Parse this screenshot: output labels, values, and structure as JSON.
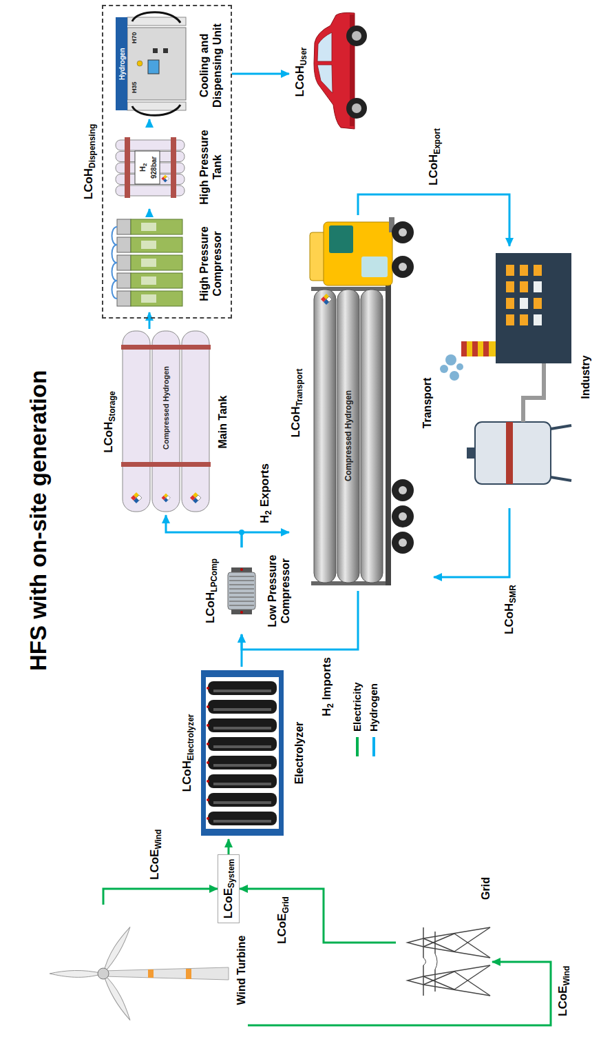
{
  "diagram": {
    "title": "HFS with on-site generation",
    "nodes": [
      {
        "text": [
          "Wind Turbine"
        ]
      },
      {
        "text": [
          "Grid"
        ]
      },
      {
        "text": [
          "LCoESystem"
        ]
      },
      {
        "text": [
          "LCoHElectrolyzer",
          "Electrolyzer"
        ]
      },
      {
        "text": [
          "LCoHLPComp",
          "Low Pressure Compressor"
        ]
      },
      {
        "text": [
          "LCoHStorage",
          "Main Tank"
        ]
      },
      {
        "text": [
          "LCoHDispensing"
        ]
      },
      {
        "text": [
          "High Pressure Compressor"
        ],
        "in": 6
      },
      {
        "text": [
          "High Pressure Tank"
        ],
        "in": 6
      },
      {
        "text": [
          "Cooling and Dispensing Unit"
        ],
        "in": 6
      },
      {
        "text": [
          "LCoHUser"
        ]
      },
      {
        "text": [
          "LCoHTransport",
          "Transport"
        ]
      },
      {
        "text": [
          "Industry"
        ]
      }
    ],
    "edges": [
      {
        "from": 0,
        "to": 2,
        "label": "LCoEWind",
        "arrow": "to"
      },
      {
        "from": 1,
        "to": 2,
        "label": "LCoEGrid",
        "arrow": "to"
      },
      {
        "from": 0,
        "to": 1,
        "label": "LCoEWind",
        "arrow": "to"
      },
      {
        "from": 2,
        "to": 3,
        "arrow": "to"
      },
      {
        "from": 3,
        "to": 4,
        "arrow": "to"
      },
      {
        "from": 4,
        "to": 5,
        "arrow": "to"
      },
      {
        "from": 4,
        "to": 11,
        "label": "H2 Exports",
        "arrow": "to"
      },
      {
        "from": 11,
        "to": 4,
        "label": "H2 Imports",
        "arrow": "to"
      },
      {
        "from": 5,
        "to": 7,
        "arrow": "to"
      },
      {
        "from": 7,
        "to": 8,
        "arrow": "to"
      },
      {
        "from": 8,
        "to": 9,
        "arrow": "to"
      },
      {
        "from": 6,
        "to": 10,
        "arrow": "to"
      },
      {
        "from": 11,
        "to": 12,
        "label": "LCoHExport",
        "arrow": "to"
      },
      {
        "from": 12,
        "to": 11,
        "label": "LCoHSMR",
        "arrow": "to"
      }
    ],
    "labels": [
      "Compressed Hydrogen",
      "H2",
      "928bar",
      "Hydrogen",
      "H35",
      "H70",
      "Compressed Hydrogen"
    ],
    "legend": [
      {
        "text": "Electricity",
        "color": "#00b050"
      },
      {
        "text": "Hydrogen",
        "color": "#00b0f0"
      }
    ]
  }
}
